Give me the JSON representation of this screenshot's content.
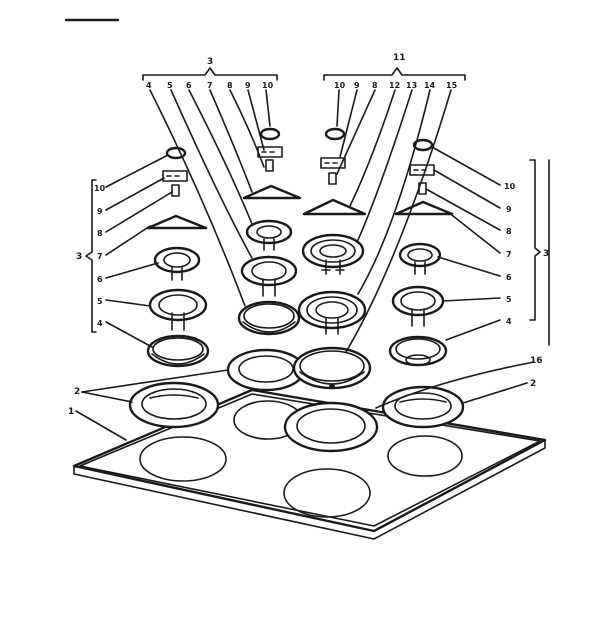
{
  "diagram": {
    "callouts": {
      "top_left_group": "3",
      "top_right_group": "11",
      "top_left_row": [
        "4",
        "5",
        "6",
        "7",
        "8",
        "9",
        "10"
      ],
      "top_right_row": [
        "10",
        "9",
        "8",
        "12",
        "13",
        "14",
        "15"
      ],
      "left_side": [
        "10",
        "9",
        "8",
        "7",
        "6",
        "5",
        "4"
      ],
      "left_group": "3",
      "right_side": [
        "10",
        "9",
        "8",
        "7",
        "6",
        "5",
        "4"
      ],
      "right_group": "3",
      "trim_ring_left": "2",
      "trim_ring_right": "2",
      "drip_pan_large": "16",
      "cooktop": "1"
    }
  }
}
